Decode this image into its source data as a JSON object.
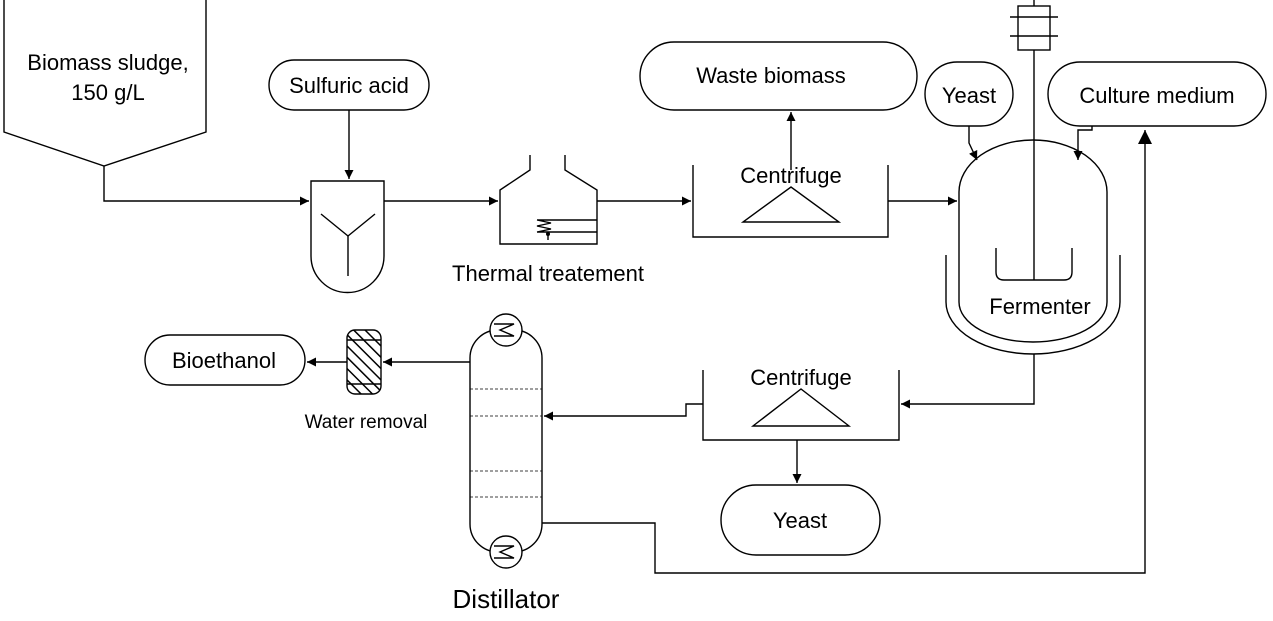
{
  "labels": {
    "biomass_line1": "Biomass sludge,",
    "biomass_line2": "150 g/L",
    "sulfuric_acid": "Sulfuric acid",
    "thermal_treatment": "Thermal treatement",
    "waste_biomass": "Waste biomass",
    "centrifuge_top": "Centrifuge",
    "yeast_input": "Yeast",
    "culture_medium": "Culture medium",
    "fermenter": "Fermenter",
    "centrifuge_bottom": "Centrifuge",
    "yeast_output": "Yeast",
    "bioethanol": "Bioethanol",
    "water_removal": "Water removal",
    "distillator": "Distillator"
  }
}
